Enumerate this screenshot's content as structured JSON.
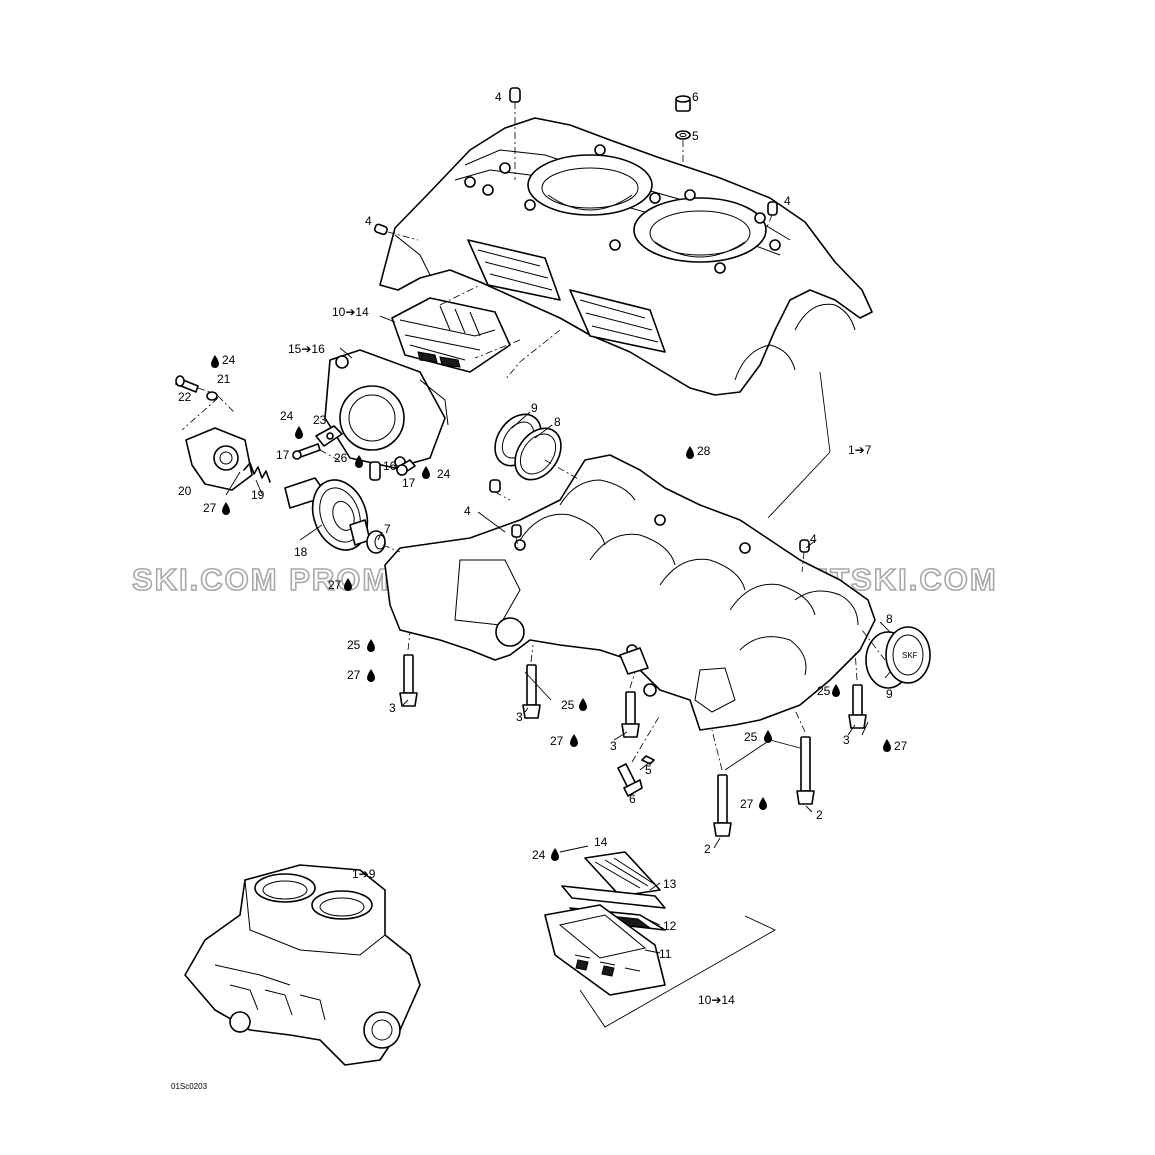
{
  "diagram": {
    "drawing_code": "01Sc0203",
    "watermark": "SKI.COM   PROMO-JETSKI.COM   PROMO-JETSKI.COM",
    "callouts": {
      "c1": {
        "text": "4"
      },
      "c2": {
        "text": "6"
      },
      "c3": {
        "text": "5"
      },
      "c4": {
        "text": "4"
      },
      "c5": {
        "text": "4"
      },
      "c6": {
        "text": "10➔14"
      },
      "c7": {
        "text": "15➔16"
      },
      "c8": {
        "text": "24"
      },
      "c9": {
        "text": "21"
      },
      "c10": {
        "text": "22"
      },
      "c11": {
        "text": "24"
      },
      "c12": {
        "text": "23"
      },
      "c13": {
        "text": "17"
      },
      "c14": {
        "text": "26"
      },
      "c15": {
        "text": "16"
      },
      "c16": {
        "text": "17"
      },
      "c17": {
        "text": "24"
      },
      "c18": {
        "text": "9"
      },
      "c19": {
        "text": "8"
      },
      "c20": {
        "text": "28"
      },
      "c21": {
        "text": "1➔7"
      },
      "c22": {
        "text": "20"
      },
      "c23": {
        "text": "19"
      },
      "c24": {
        "text": "27"
      },
      "c25": {
        "text": "4"
      },
      "c26": {
        "text": "7"
      },
      "c27": {
        "text": "18"
      },
      "c28": {
        "text": "4"
      },
      "c29": {
        "text": "27"
      },
      "c30": {
        "text": "8"
      },
      "c31": {
        "text": "25"
      },
      "c32": {
        "text": "27"
      },
      "c33": {
        "text": "3"
      },
      "c34": {
        "text": "9"
      },
      "c35": {
        "text": "25"
      },
      "c36": {
        "text": "3"
      },
      "c37": {
        "text": "25"
      },
      "c38": {
        "text": "27"
      },
      "c39": {
        "text": "3"
      },
      "c40": {
        "text": "3"
      },
      "c41": {
        "text": "27"
      },
      "c42": {
        "text": "5"
      },
      "c43": {
        "text": "6"
      },
      "c44": {
        "text": "25"
      },
      "c45": {
        "text": "27"
      },
      "c46": {
        "text": "2"
      },
      "c47": {
        "text": "2"
      },
      "c48": {
        "text": "24"
      },
      "c49": {
        "text": "14"
      },
      "c50": {
        "text": "1➔9"
      },
      "c51": {
        "text": "13"
      },
      "c52": {
        "text": "12"
      },
      "c53": {
        "text": "11"
      },
      "c54": {
        "text": "10➔14"
      }
    }
  }
}
